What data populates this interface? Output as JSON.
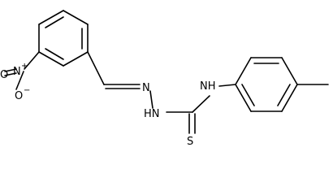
{
  "molecule": {
    "atoms": {
      "n_plus": "N",
      "n_plus_charge": "+",
      "o_minus": "O",
      "o_minus_charge": "−",
      "o_top": "O",
      "n_imine": "N",
      "nh_left": "HN",
      "nh_right": "NH",
      "sulfur": "S"
    }
  }
}
